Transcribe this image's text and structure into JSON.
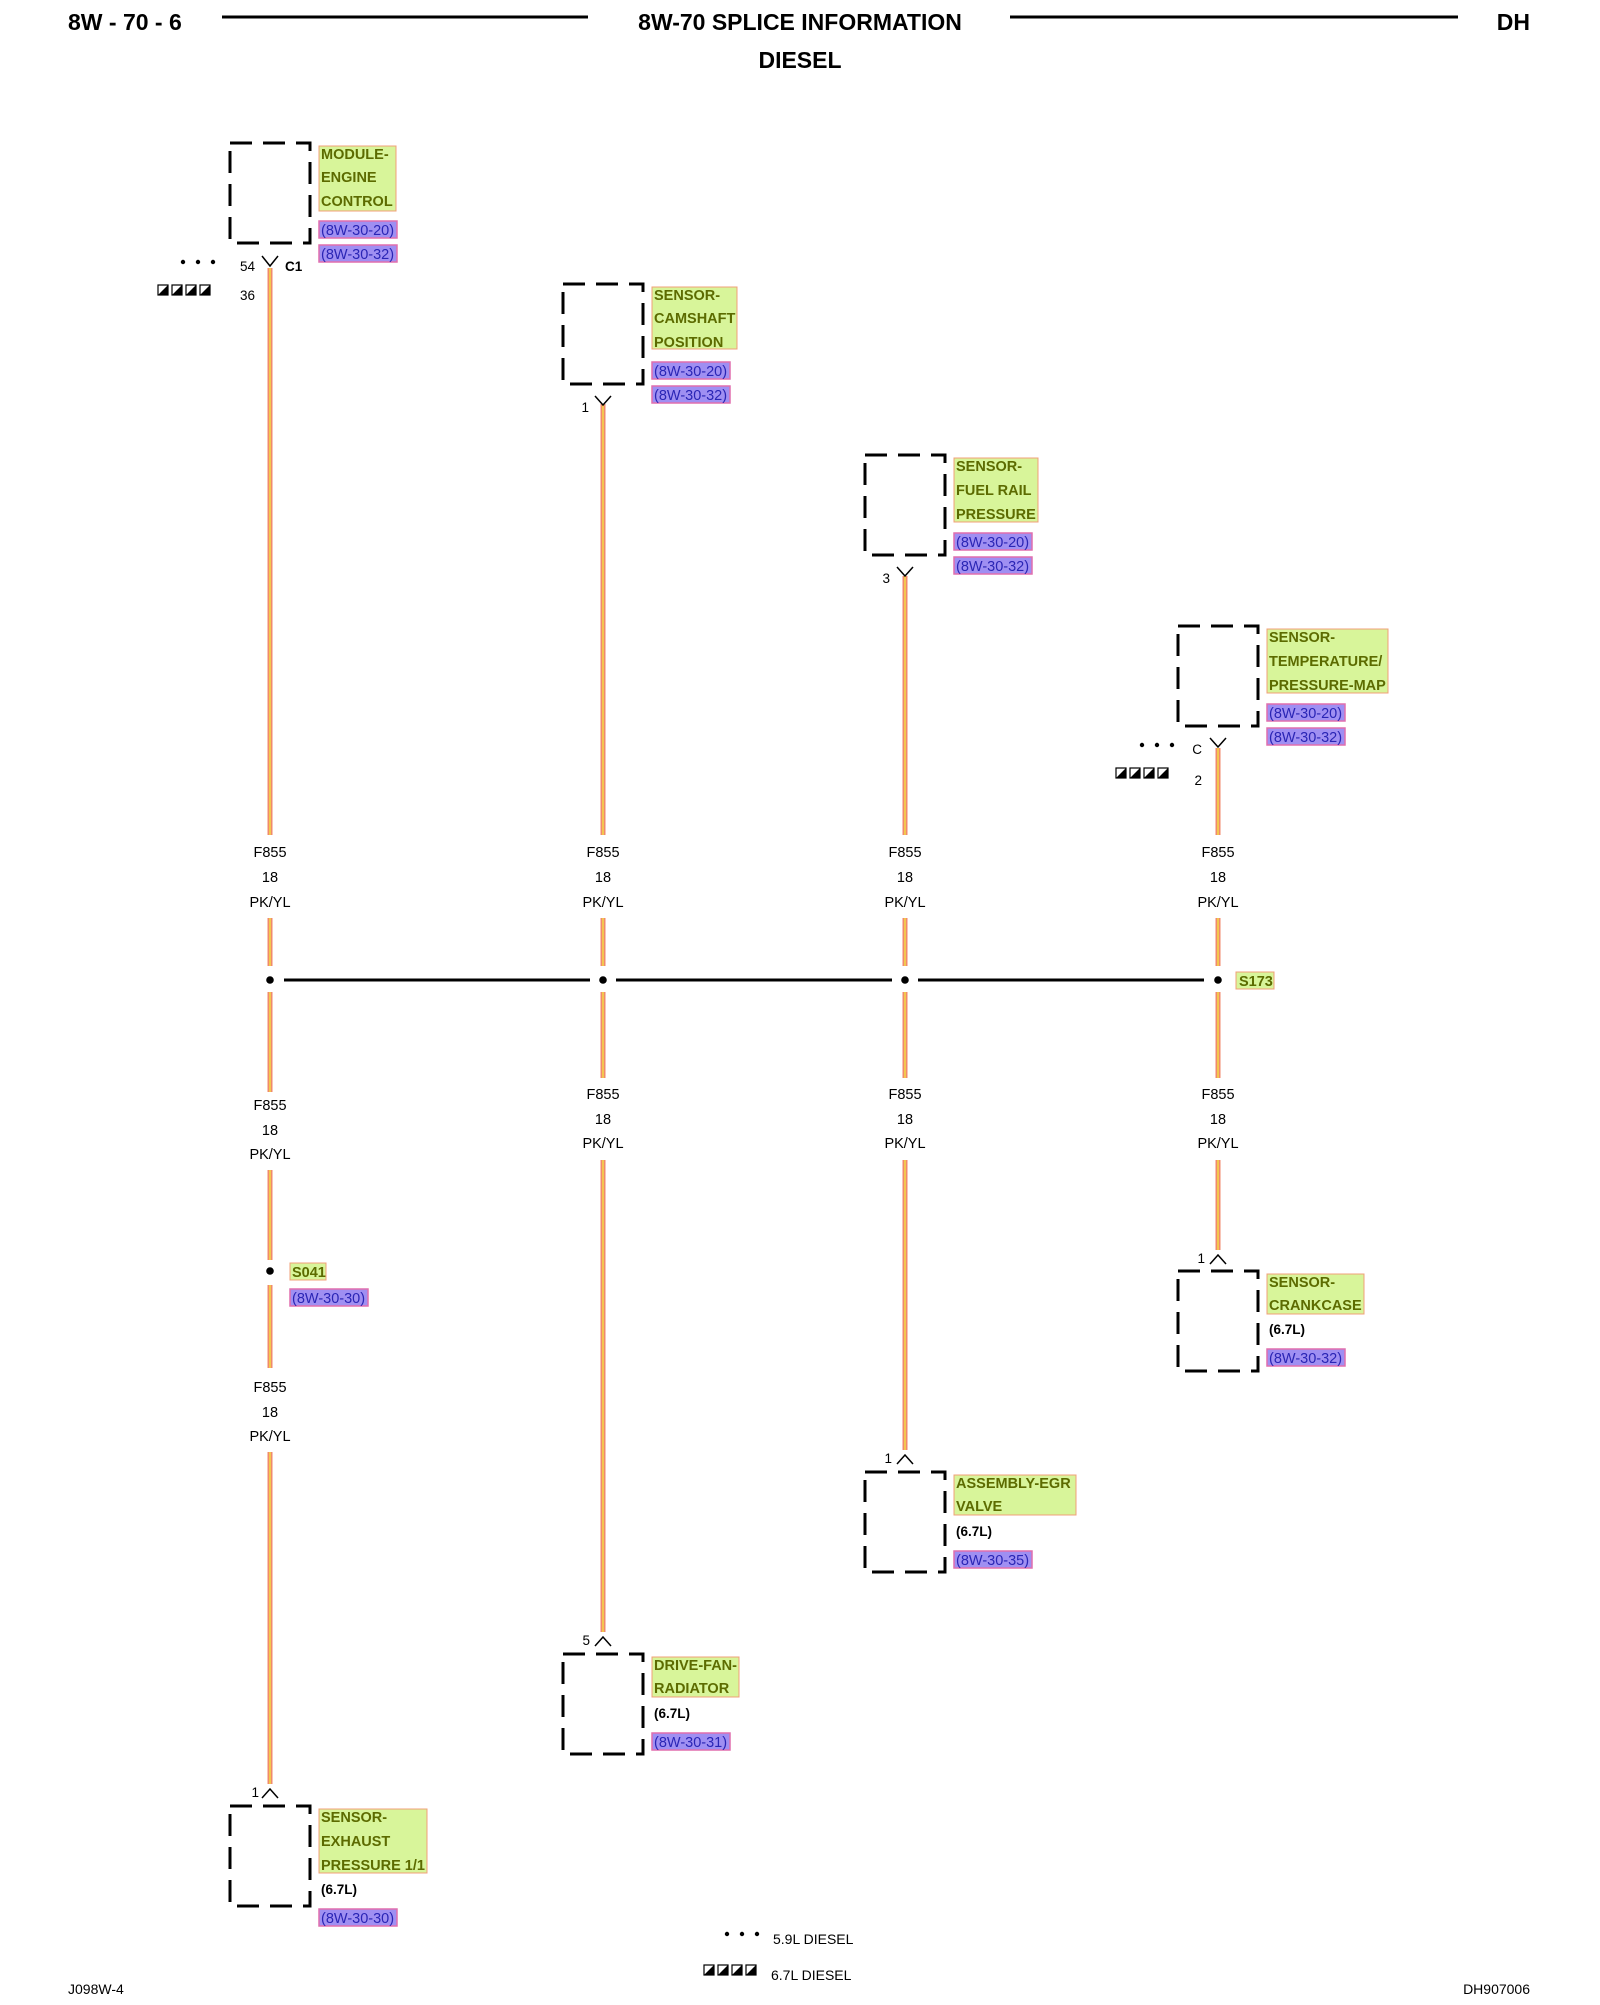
{
  "header": {
    "page_number": "8W - 70 - 6",
    "title": "8W-70 SPLICE INFORMATION",
    "subtitle": "DIESEL",
    "model": "DH"
  },
  "wire": {
    "circuit": "F855",
    "gauge": "18",
    "color": "PK/YL"
  },
  "components": {
    "ecm": {
      "name": [
        "MODULE-",
        "ENGINE",
        "CONTROL"
      ],
      "refs": [
        "(8W-30-20)",
        "(8W-30-32)"
      ],
      "connector": "C1",
      "pin_59": "54",
      "pin_67": "36"
    },
    "camshaft": {
      "name": [
        "SENSOR-",
        "CAMSHAFT",
        "POSITION"
      ],
      "refs": [
        "(8W-30-20)",
        "(8W-30-32)"
      ],
      "pin": "1"
    },
    "fuelrail": {
      "name": [
        "SENSOR-",
        "FUEL RAIL",
        "PRESSURE"
      ],
      "refs": [
        "(8W-30-20)",
        "(8W-30-32)"
      ],
      "pin": "3"
    },
    "map": {
      "name": [
        "SENSOR-",
        "TEMPERATURE/",
        "PRESSURE-MAP"
      ],
      "refs": [
        "(8W-30-20)",
        "(8W-30-32)"
      ],
      "connector": "C",
      "pin": "2"
    },
    "crankcase": {
      "name": [
        "SENSOR-",
        "CRANKCASE"
      ],
      "engine": "(6.7L)",
      "refs": [
        "(8W-30-32)"
      ],
      "pin": "1"
    },
    "egr": {
      "name": [
        "ASSEMBLY-EGR",
        "VALVE"
      ],
      "engine": "(6.7L)",
      "refs": [
        "(8W-30-35)"
      ],
      "pin": "1"
    },
    "fan": {
      "name": [
        "DRIVE-FAN-",
        "RADIATOR"
      ],
      "engine": "(6.7L)",
      "refs": [
        "(8W-30-31)"
      ],
      "pin": "5"
    },
    "exhaust": {
      "name": [
        "SENSOR-",
        "EXHAUST",
        "PRESSURE 1/1"
      ],
      "engine": "(6.7L)",
      "refs": [
        "(8W-30-30)"
      ],
      "pin": "1"
    }
  },
  "splices": {
    "s173": {
      "id": "S173"
    },
    "s041": {
      "id": "S041",
      "ref": "(8W-30-30)"
    }
  },
  "legend": {
    "dots": "5.9L DIESEL",
    "squares": "6.7L DIESEL"
  },
  "footer": {
    "left": "J098W-4",
    "right": "DH907006"
  },
  "colors": {
    "wire_outer": "#f08a6c",
    "wire_inner": "#f4d648",
    "name_fill": "#d8f59a",
    "name_border": "#f0a078",
    "ref_fill": "#9f8ff2",
    "ref_border": "#e06fae"
  }
}
